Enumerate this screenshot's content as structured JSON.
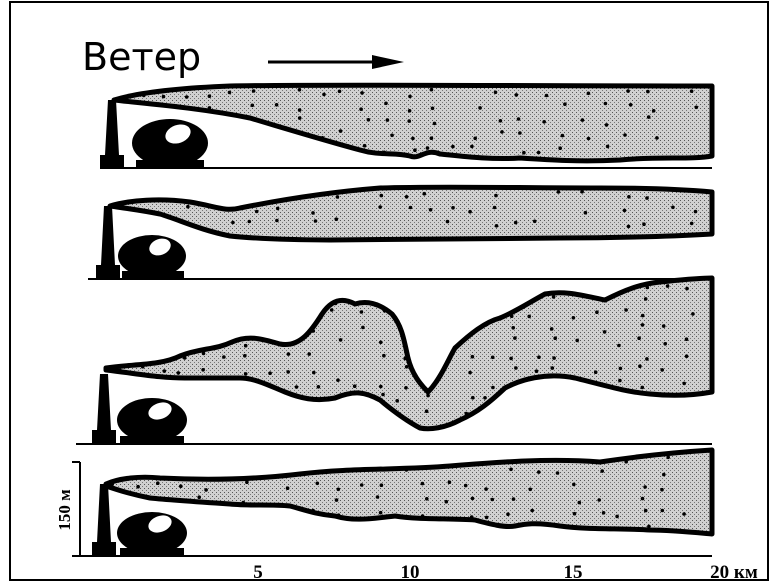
{
  "title": "Ветер",
  "scale_label": "150 м",
  "x_ticks": [
    "5",
    "10",
    "15",
    "20 км"
  ],
  "colors": {
    "ink": "#000000",
    "plume_fill": "#cfcfcf",
    "background": "#ffffff"
  },
  "icons": [
    "wind-arrow-icon",
    "chimney-stack-icon",
    "storage-tank-icon"
  ]
}
